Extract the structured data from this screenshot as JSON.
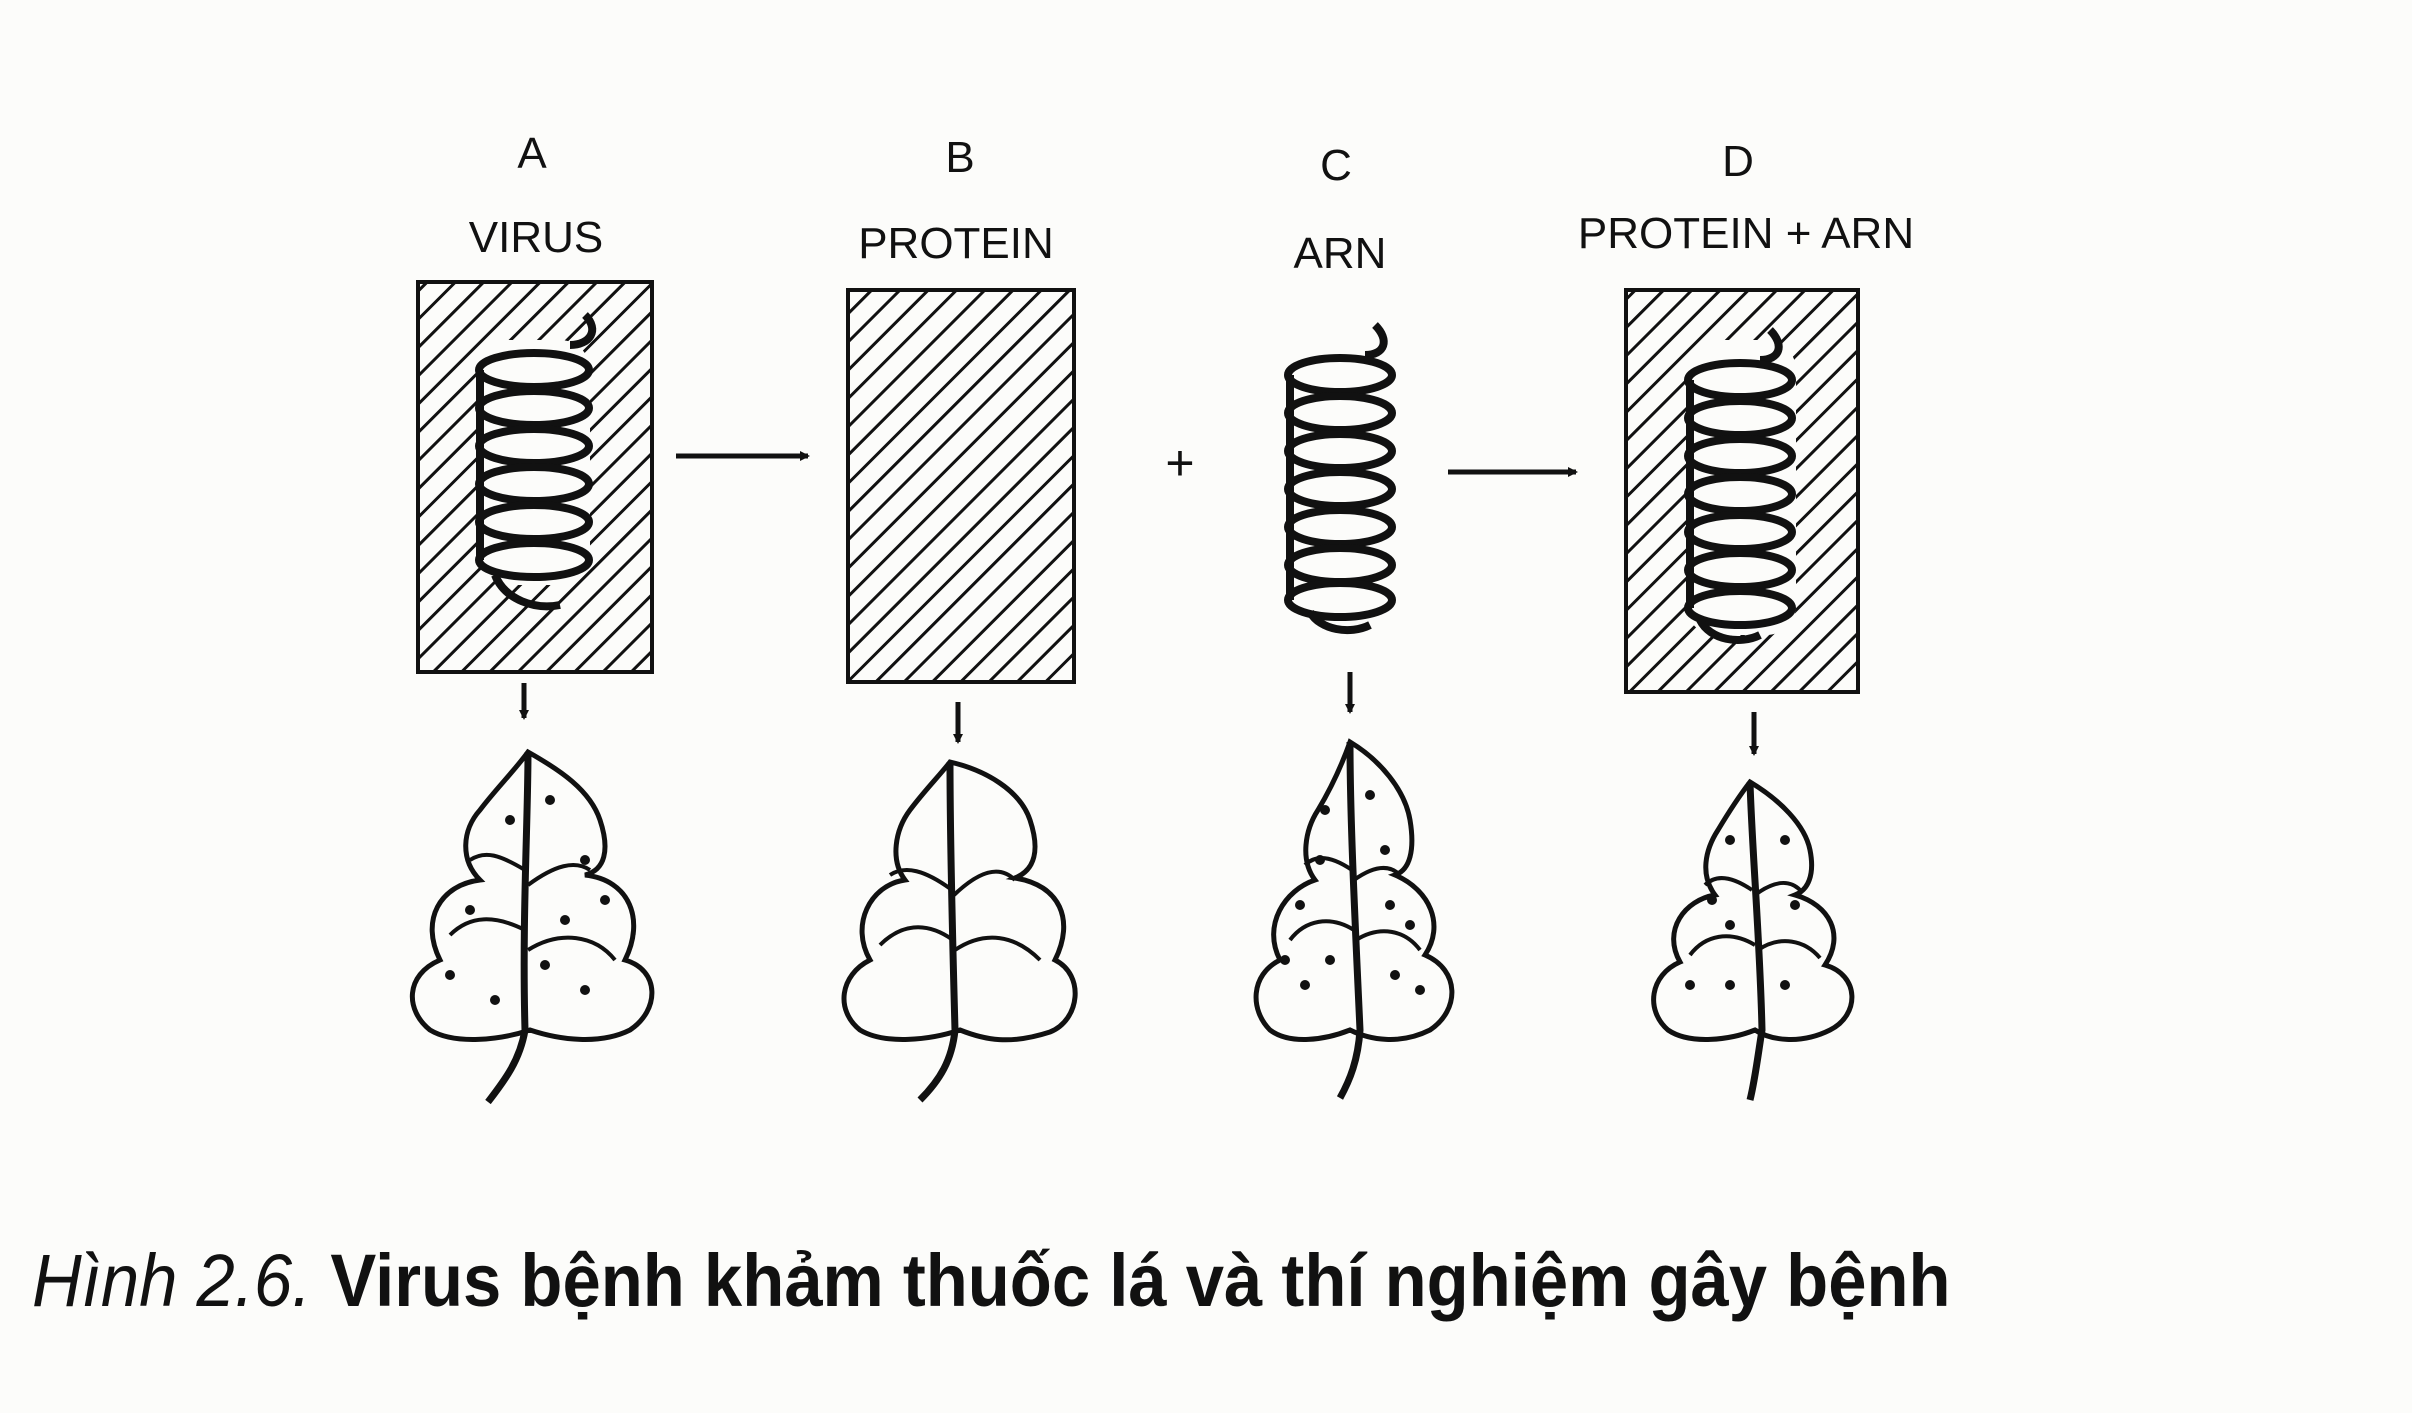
{
  "panels": [
    {
      "letter": "A",
      "label": "VIRUS"
    },
    {
      "letter": "B",
      "label": "PROTEIN"
    },
    {
      "letter": "C",
      "label": "ARN"
    },
    {
      "letter": "D",
      "label": "PROTEIN + ARN"
    }
  ],
  "plus_sign": "+",
  "caption": {
    "figure_number": "Hình 2.6.",
    "text": "Virus bệnh khảm thuốc lá và thí nghiệm gây bệnh"
  },
  "colors": {
    "ink": "#111111",
    "paper": "#fcfcfa"
  },
  "icons": [
    "arrow-right-icon",
    "arrow-down-icon",
    "hatched-protein-capsid",
    "rna-helix",
    "spotted-leaf",
    "healthy-leaf"
  ]
}
